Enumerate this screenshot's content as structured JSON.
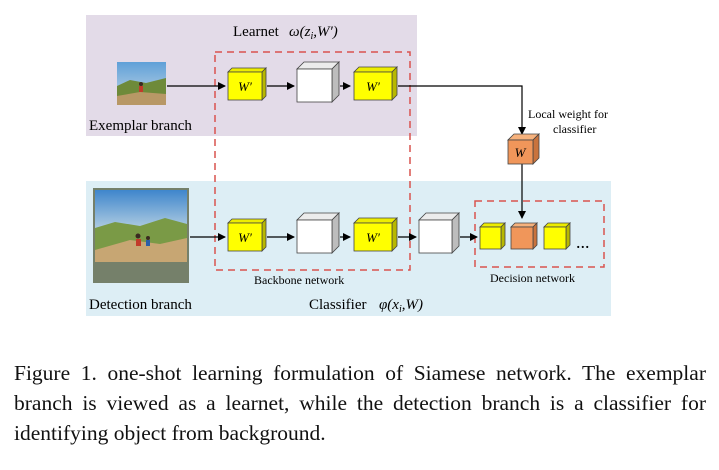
{
  "figure": {
    "learnet_label": "Learnet",
    "learnet_formula_main": "ω(z",
    "learnet_formula_sub": "i",
    "learnet_formula_tail": ",W′)",
    "exemplar_label": "Exemplar branch",
    "detection_label": "Detection branch",
    "backbone_label": "Backbone network",
    "decision_label": "Decision network",
    "classifier_label": "Classifier",
    "classifier_formula_main": "φ(x",
    "classifier_formula_sub": "i",
    "classifier_formula_tail": ",W)",
    "local_weight_line1": "Local weight for",
    "local_weight_line2": "classifier",
    "wprime_label": "W′",
    "w_label": "W",
    "ellipsis": "...",
    "colors": {
      "learnet_bg": "#e3dbe8",
      "classifier_bg": "#ddeef5",
      "yellow_block": "#ffff00",
      "orange_block": "#f0965a",
      "dashed_red": "#d9534f"
    }
  },
  "caption": {
    "text": "Figure 1. one-shot learning formulation of Siamese network. The exemplar branch is viewed as a learnet, while the detection branch is a classifier for identifying object from background."
  }
}
